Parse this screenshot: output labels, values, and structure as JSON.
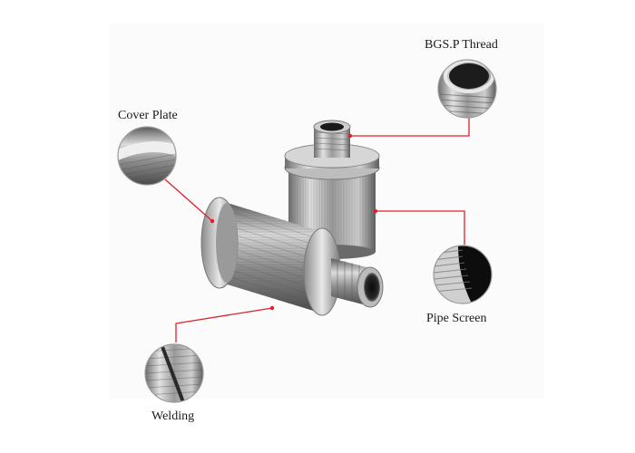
{
  "callouts": {
    "bgs_thread": "BGS.P Thread",
    "cover_plate": "Cover Plate",
    "pipe_screen": "Pipe Screen",
    "welding": "Welding"
  },
  "colors": {
    "leader_line": "#e0202a",
    "steel_light": "#d9d9d9",
    "steel_dark": "#5a5a5a",
    "background": "#ffffff"
  }
}
